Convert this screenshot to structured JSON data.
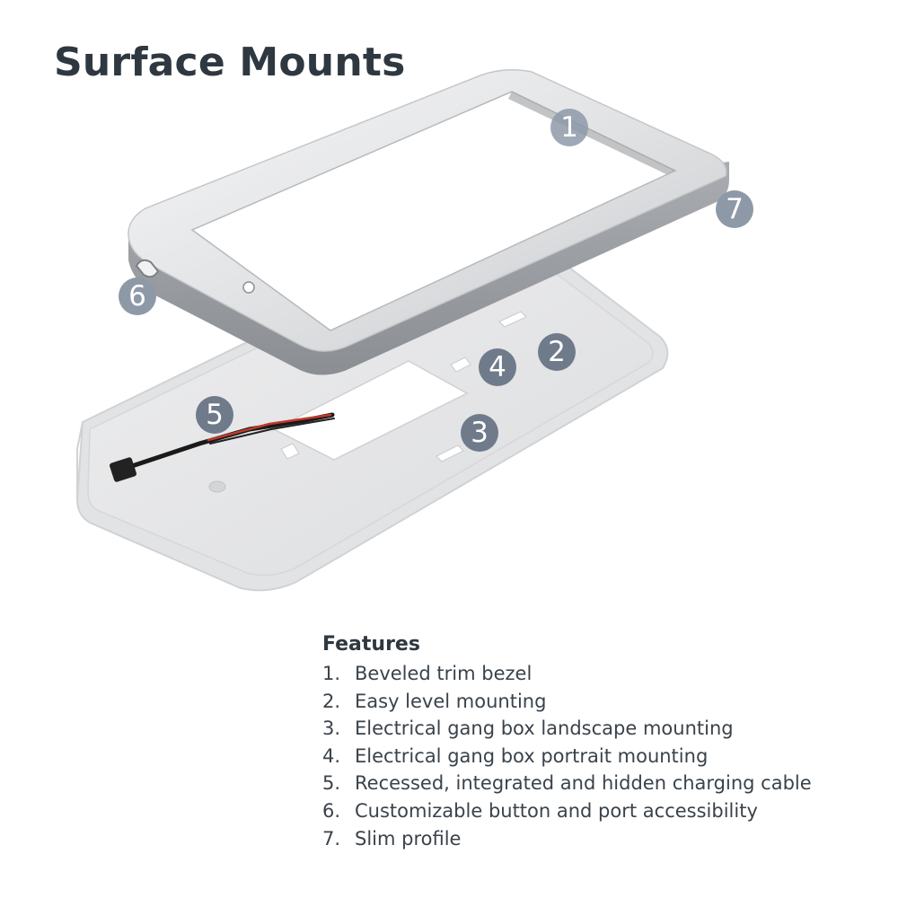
{
  "title": "Surface Mounts",
  "features": {
    "heading": "Features",
    "items": [
      {
        "number": "1.",
        "text": "Beveled trim bezel"
      },
      {
        "number": "2.",
        "text": "Easy level mounting"
      },
      {
        "number": "3.",
        "text": "Electrical gang box landscape mounting"
      },
      {
        "number": "4.",
        "text": "Electrical gang box portrait mounting"
      },
      {
        "number": "5.",
        "text": "Recessed, integrated and hidden charging cable"
      },
      {
        "number": "6.",
        "text": "Customizable button and port accessibility"
      },
      {
        "number": "7.",
        "text": "Slim profile"
      }
    ]
  },
  "callouts": [
    "1",
    "2",
    "3",
    "4",
    "5",
    "6",
    "7"
  ],
  "colors": {
    "text": "#2f3840",
    "callout_fill": "#6f7b8b",
    "callout_fill_light": "#8e99a8",
    "bezel": "#d9dbde",
    "backplate": "#e8e9ea"
  }
}
